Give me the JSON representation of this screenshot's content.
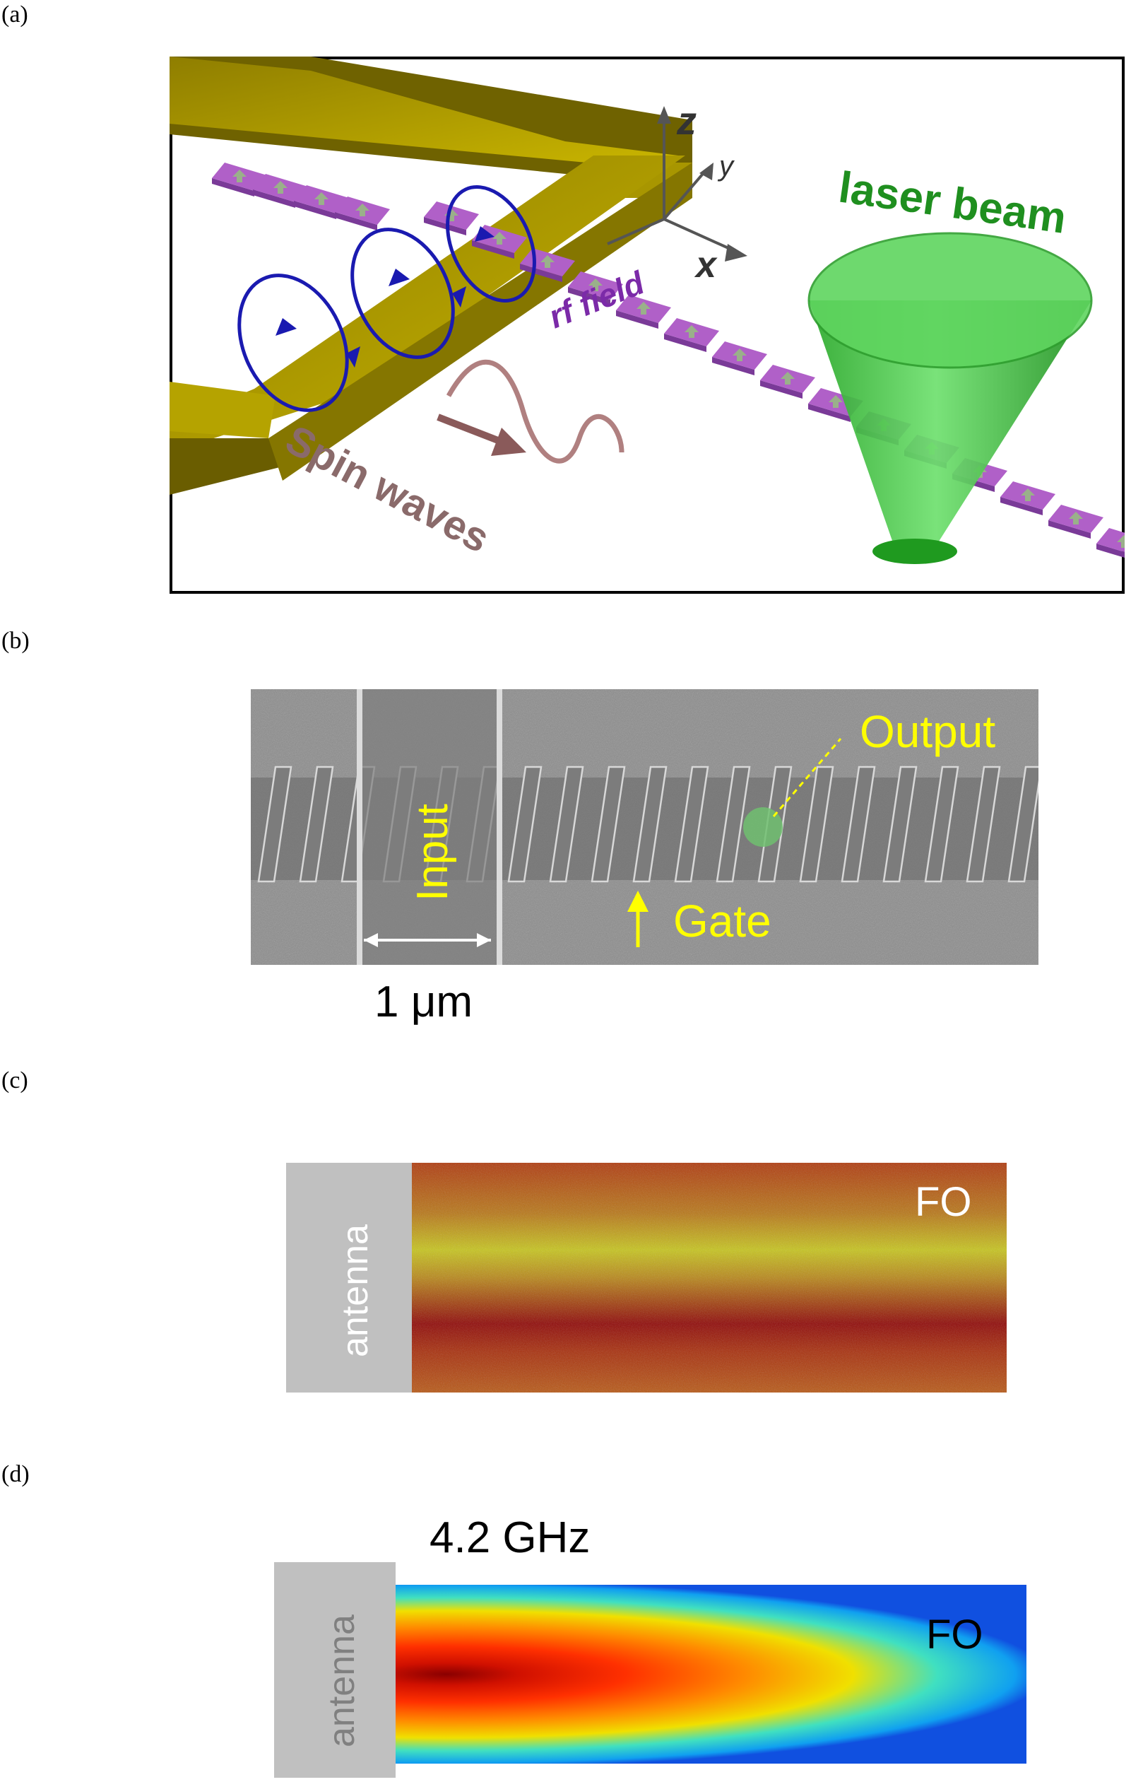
{
  "panels": {
    "a": {
      "label": "(a)",
      "axis_z": "z",
      "axis_y": "y",
      "axis_x": "x",
      "rf_field": "rf field",
      "laser_beam": "laser beam",
      "spin_waves": "Spin waves"
    },
    "b": {
      "label": "(b)",
      "input": "Input",
      "output": "Output",
      "gate": "Gate",
      "scale": "1 μm"
    },
    "c": {
      "label": "(c)",
      "antenna": "antenna",
      "mode": "FO"
    },
    "d": {
      "label": "(d)",
      "frequency": "4.2 GHz",
      "antenna": "antenna",
      "mode": "FO"
    }
  },
  "colors": {
    "gold_strip": "#b5a300",
    "magnet": "#b060c8",
    "laser": "#3cc83c",
    "sem_bg": "#8a8a8a",
    "text_yellow": "#ffff00",
    "antenna_gray": "#c0c0c0"
  }
}
